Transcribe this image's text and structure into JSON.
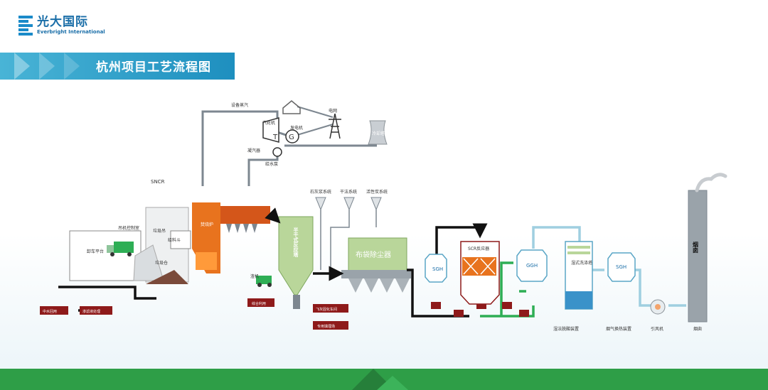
{
  "brand": {
    "name_cn": "光大国际",
    "name_en": "Everbright International"
  },
  "page_title": "杭州项目工艺流程图",
  "labels": {
    "steam_other": "设备蒸汽",
    "grid": "电网",
    "turbine": "汽轮机",
    "generator": "发电机",
    "turbine_symbol": "T",
    "generator_symbol": "G",
    "condenser": "凝汽器",
    "feed_pump": "给水泵",
    "cooling_tower": "冷却塔",
    "sncr": "SNCR",
    "lime_system": "石灰浆系统",
    "dry_system": "干法系统",
    "carbon_system": "活性炭系统",
    "semi_dry_tower": "半干式反应塔",
    "bag_filter": "布袋除尘器",
    "scr": "SCR反应器",
    "sgh1": "SGH",
    "ggh": "GGH",
    "wet_scrubber": "湿式洗涤塔",
    "sgh2": "SGH",
    "wet_deacid": "湿法脱酸装置",
    "flue_heat": "烟气换热装置",
    "id_fan": "引风机",
    "stack": "烟囱",
    "chimney_label": "烟囱",
    "waste_crane": "垃圾吊",
    "feed_hopper": "给料斗",
    "waste_pit": "垃圾仓",
    "tipping_hall": "卸车平台",
    "control_room": "吊机控制室",
    "slag_machine": "渣机",
    "incinerator": "焚烧炉",
    "slag_out": "综合利用",
    "fly_ash_solid": "飞灰固化车间",
    "landfill": "专用填埋场",
    "leachate_plant": "渗滤液处理",
    "clean_water": "中水回用"
  },
  "colors": {
    "brand_blue": "#1a6ea8",
    "title_band": "#2aa0cc",
    "footer_green": "#2e9e47",
    "furnace_orange": "#e8731e",
    "tank_green": "#b9d69a",
    "equip_red": "#8e1a1a",
    "pipe_gray": "#7d8790",
    "pipe_black": "#111111",
    "pipe_green": "#2eae55",
    "pipe_lightblue": "#9fcfe0"
  }
}
